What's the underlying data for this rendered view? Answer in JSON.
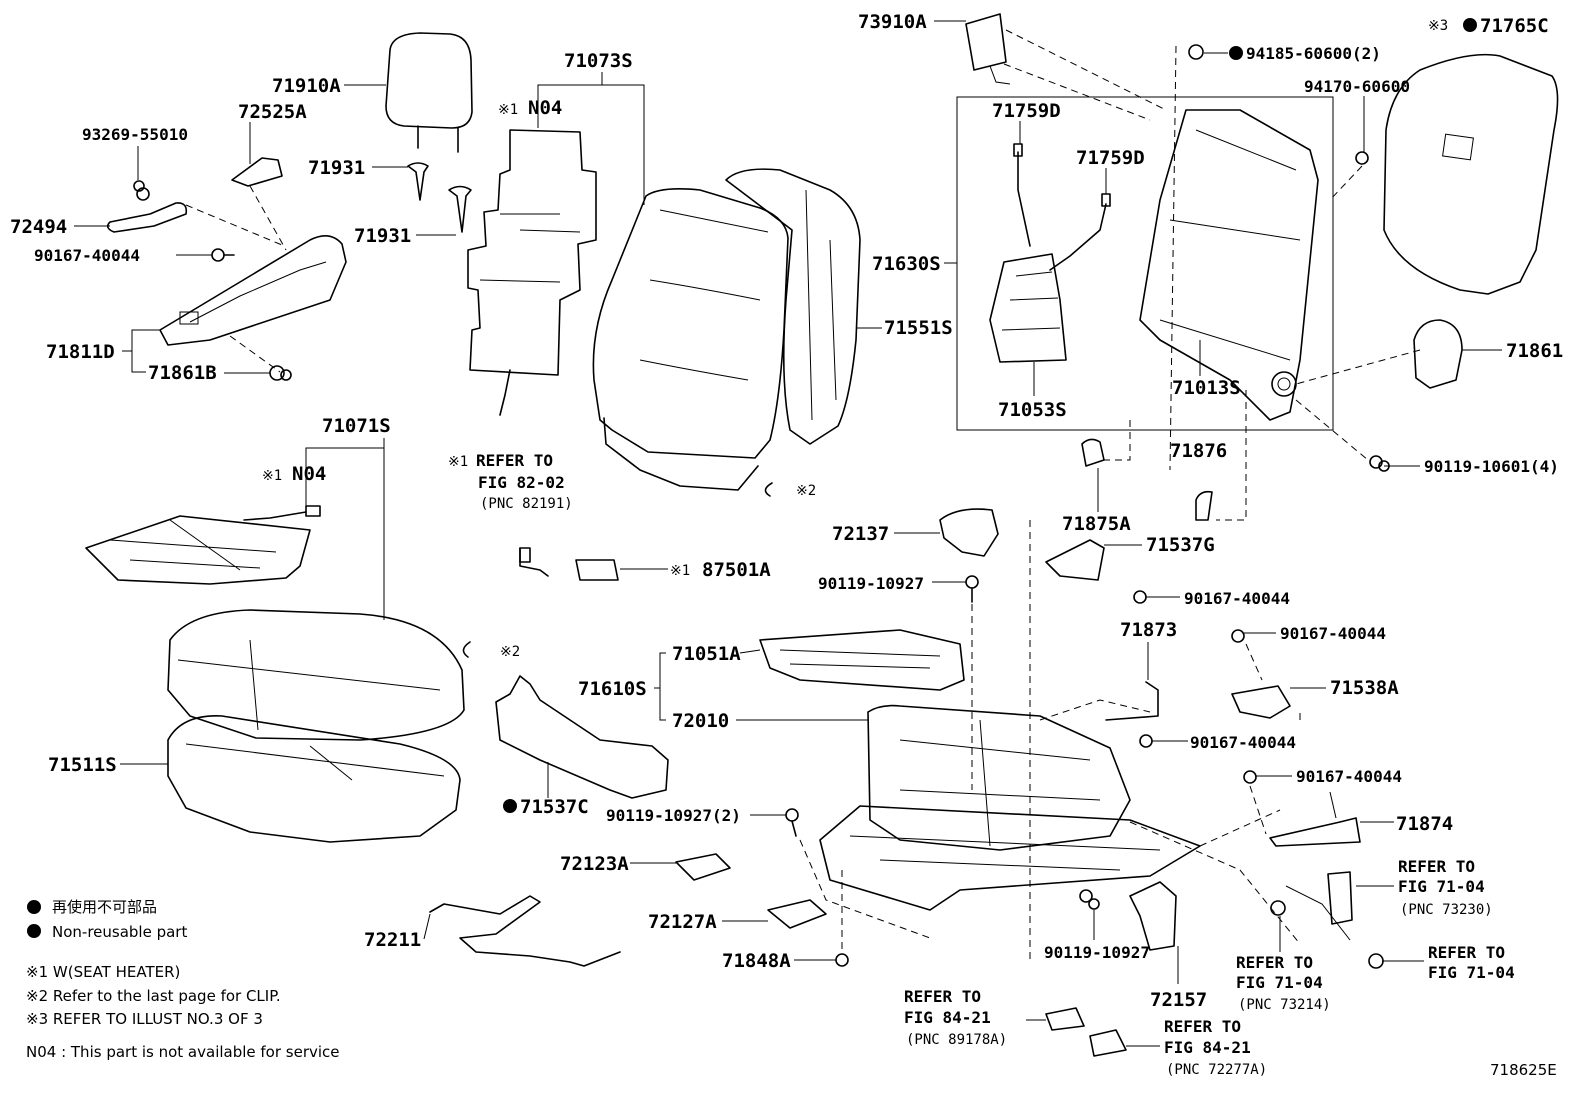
{
  "labels": {
    "p71910A": "71910A",
    "p72525A": "72525A",
    "p93269": "93269-55010",
    "p72494": "72494",
    "p90167_a": "90167-40044",
    "p71931_a": "71931",
    "p71931_b": "71931",
    "p71811D": "71811D",
    "p71861B": "71861B",
    "p71073S": "71073S",
    "n04_back_mark": "※1",
    "n04_back": "N04",
    "p71551S": "71551S",
    "p71071S": "71071S",
    "n04_seat_mark": "※1",
    "n04_seat": "N04",
    "p71511S": "71511S",
    "clip2_a": "※2",
    "clip2_b": "※2",
    "p71537C": "71537C",
    "refer82_mark": "※1",
    "refer82_l1": "REFER TO",
    "refer82_l2": "FIG 82-02",
    "refer82_l3": "(PNC 82191)",
    "p87501A_mark": "※1",
    "p87501A": "87501A",
    "p73910A": "73910A",
    "p94185": "94185-60600(2)",
    "p71765C_mark": "※3",
    "p71765C": "71765C",
    "p94170": "94170-60600",
    "p71759D_a": "71759D",
    "p71759D_b": "71759D",
    "p71630S": "71630S",
    "p71053S": "71053S",
    "p71013S": "71013S",
    "p71861": "71861",
    "p90119_4": "90119-10601(4)",
    "p71876": "71876",
    "p71875A": "71875A",
    "p71537G": "71537G",
    "p72137": "72137",
    "p90119_927a": "90119-10927",
    "p90167_b": "90167-40044",
    "p71873": "71873",
    "p90167_c": "90167-40044",
    "p71538A": "71538A",
    "p90167_d": "90167-40044",
    "p71051A": "71051A",
    "p71610S": "71610S",
    "p72010": "72010",
    "p90167_e": "90167-40044",
    "p71874": "71874",
    "p90119_927_2": "90119-10927(2)",
    "p72123A": "72123A",
    "p72127A": "72127A",
    "p72211": "72211",
    "p71848A": "71848A",
    "p90119_927b": "90119-10927",
    "p72157": "72157",
    "ref7104a_l1": "REFER TO",
    "ref7104a_l2": "FIG 71-04",
    "ref7104a_l3": "(PNC 73230)",
    "ref7104b_l1": "REFER TO",
    "ref7104b_l2": "FIG 71-04",
    "ref7104b_l3": "(PNC 73214)",
    "ref7104c_l1": "REFER TO",
    "ref7104c_l2": "FIG 71-04",
    "ref8421a_l1": "REFER TO",
    "ref8421a_l2": "FIG 84-21",
    "ref8421a_l3": "(PNC 89178A)",
    "ref8421b_l1": "REFER TO",
    "ref8421b_l2": "FIG 84-21",
    "ref8421b_l3": "(PNC 72277A)"
  },
  "legend": {
    "non_reusable_jp": "再使用不可部品",
    "non_reusable_en": "Non-reusable part",
    "note1": "※1  W(SEAT  HEATER)",
    "note2": "※2  Refer to the last page for CLIP.",
    "note3": "※3 REFER TO ILLUST NO.3 OF 3",
    "note_n04": "N04 : This part is not available for service"
  },
  "figure_id": "718625E"
}
